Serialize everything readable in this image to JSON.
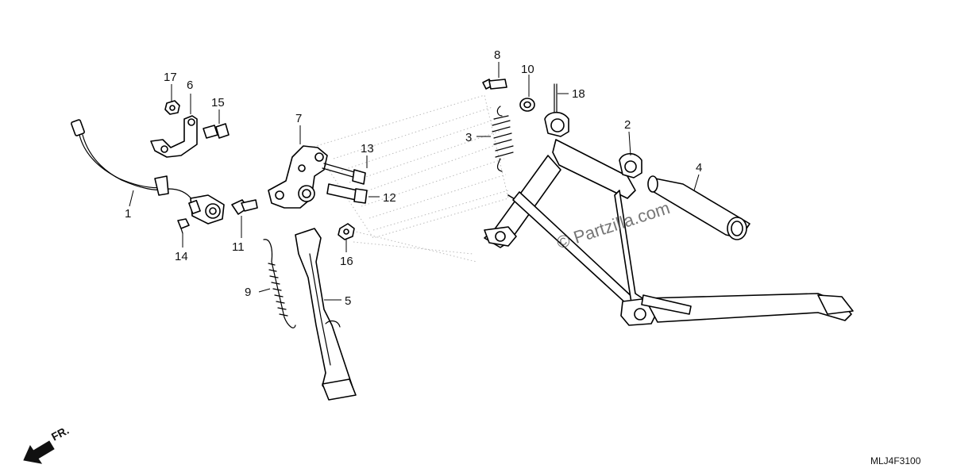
{
  "callouts": {
    "c1": "1",
    "c2": "2",
    "c3": "3",
    "c4": "4",
    "c5": "5",
    "c6": "6",
    "c7": "7",
    "c8": "8",
    "c9": "9",
    "c10": "10",
    "c11": "11",
    "c12": "12",
    "c13": "13",
    "c14": "14",
    "c15": "15",
    "c16": "16",
    "c17": "17",
    "c18": "18"
  },
  "watermark": "© Partzilla.com",
  "direction_label": "FR.",
  "diagram_code": "MLJ4F3100",
  "icons": {
    "direction": "arrow-down-left-icon"
  }
}
